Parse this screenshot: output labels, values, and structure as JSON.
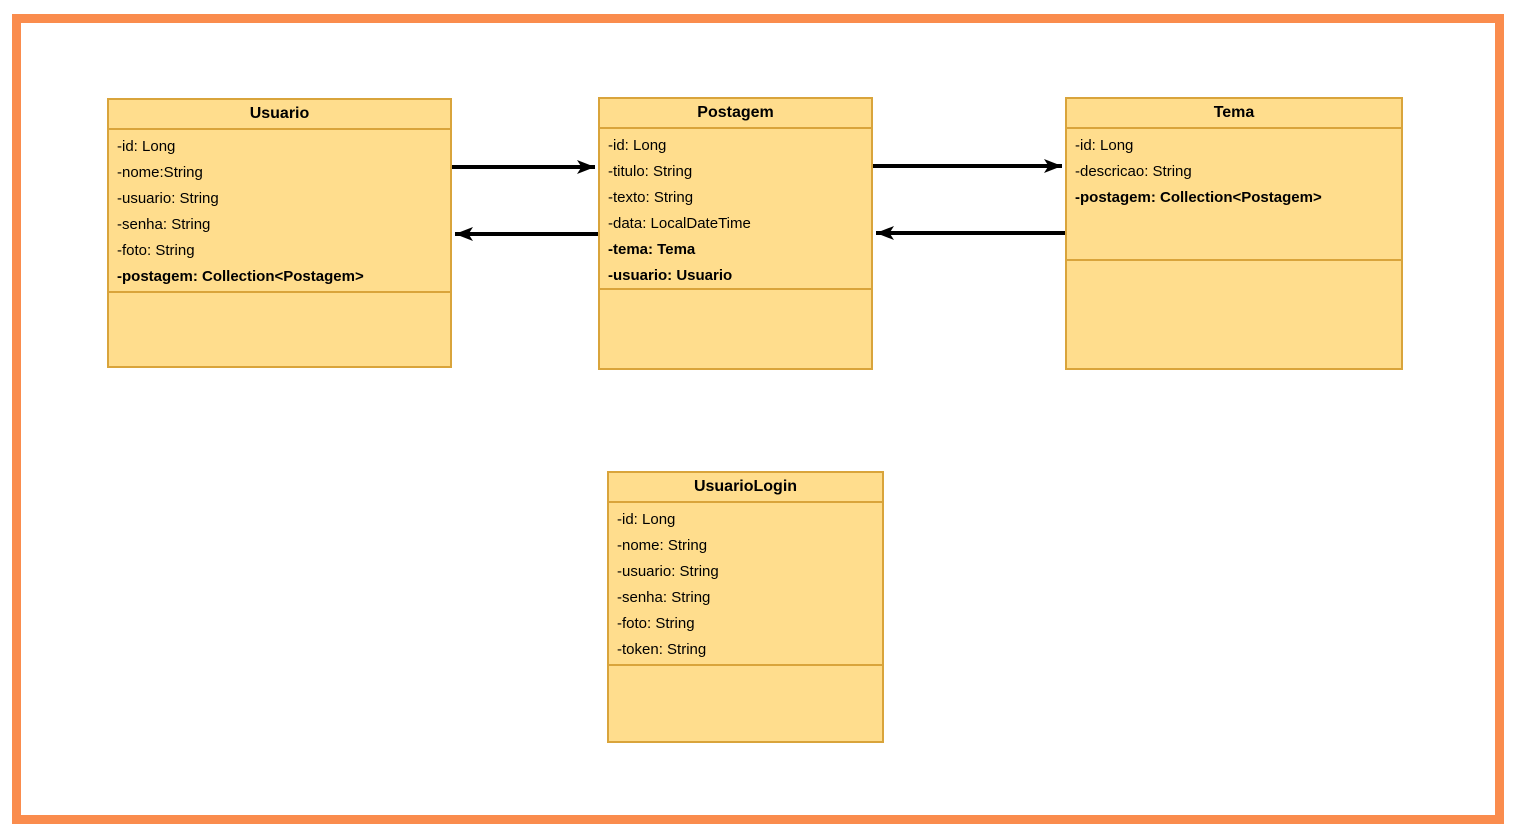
{
  "diagram": {
    "title": "UML class diagram - Blog Pessoal entities",
    "colors": {
      "frame_border": "#fa8c4d",
      "box_fill": "#ffdd8d",
      "box_border": "#d9a43b",
      "arrow": "#000000",
      "text": "#000000",
      "background": "#ffffff"
    },
    "classes": [
      {
        "name": "Usuario",
        "attributes": [
          {
            "text": "-id: Long",
            "bold": false
          },
          {
            "text": "-nome:String",
            "bold": false
          },
          {
            "text": "-usuario: String",
            "bold": false
          },
          {
            "text": "-senha: String",
            "bold": false
          },
          {
            "text": "-foto: String",
            "bold": false
          },
          {
            "text": "-postagem: Collection<Postagem>",
            "bold": true
          }
        ]
      },
      {
        "name": "Postagem",
        "attributes": [
          {
            "text": "-id: Long",
            "bold": false
          },
          {
            "text": "-titulo: String",
            "bold": false
          },
          {
            "text": "-texto: String",
            "bold": false
          },
          {
            "text": "-data: LocalDateTime",
            "bold": false
          },
          {
            "text": "-tema: Tema",
            "bold": true
          },
          {
            "text": "-usuario: Usuario",
            "bold": true
          }
        ]
      },
      {
        "name": "Tema",
        "attributes": [
          {
            "text": "-id: Long",
            "bold": false
          },
          {
            "text": "-descricao: String",
            "bold": false
          },
          {
            "text": "-postagem: Collection<Postagem>",
            "bold": true
          }
        ]
      },
      {
        "name": "UsuarioLogin",
        "attributes": [
          {
            "text": "-id: Long",
            "bold": false
          },
          {
            "text": "-nome: String",
            "bold": false
          },
          {
            "text": "-usuario: String",
            "bold": false
          },
          {
            "text": "-senha: String",
            "bold": false
          },
          {
            "text": "-foto: String",
            "bold": false
          },
          {
            "text": "-token: String",
            "bold": false
          }
        ]
      }
    ],
    "relations": [
      {
        "from": "Usuario",
        "to": "Postagem",
        "direction": "right"
      },
      {
        "from": "Postagem",
        "to": "Usuario",
        "direction": "left"
      },
      {
        "from": "Postagem",
        "to": "Tema",
        "direction": "right"
      },
      {
        "from": "Tema",
        "to": "Postagem",
        "direction": "left"
      }
    ]
  }
}
